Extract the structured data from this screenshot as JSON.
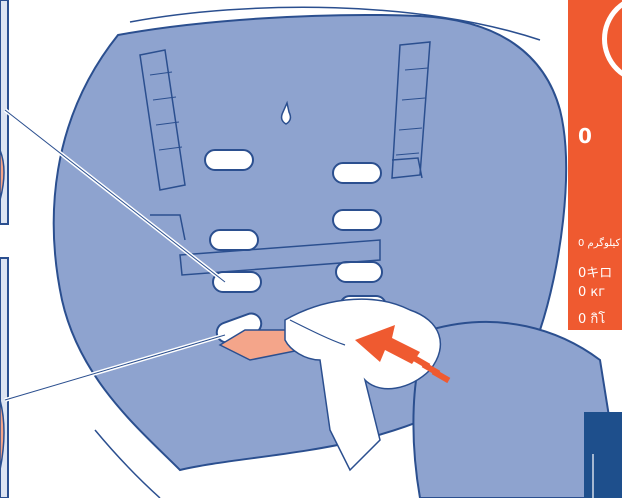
{
  "panel": {
    "lines": [
      "0",
      "0 كيلوگرم",
      "0キロ",
      "0 кг",
      "0 กิโ"
    ]
  },
  "colors": {
    "seat_blue": "#8ea3cf",
    "outline_blue": "#2b4f8f",
    "panel_orange": "#ef5a30",
    "skin": "#f4a58a",
    "box_blue": "#1e4f8c"
  }
}
